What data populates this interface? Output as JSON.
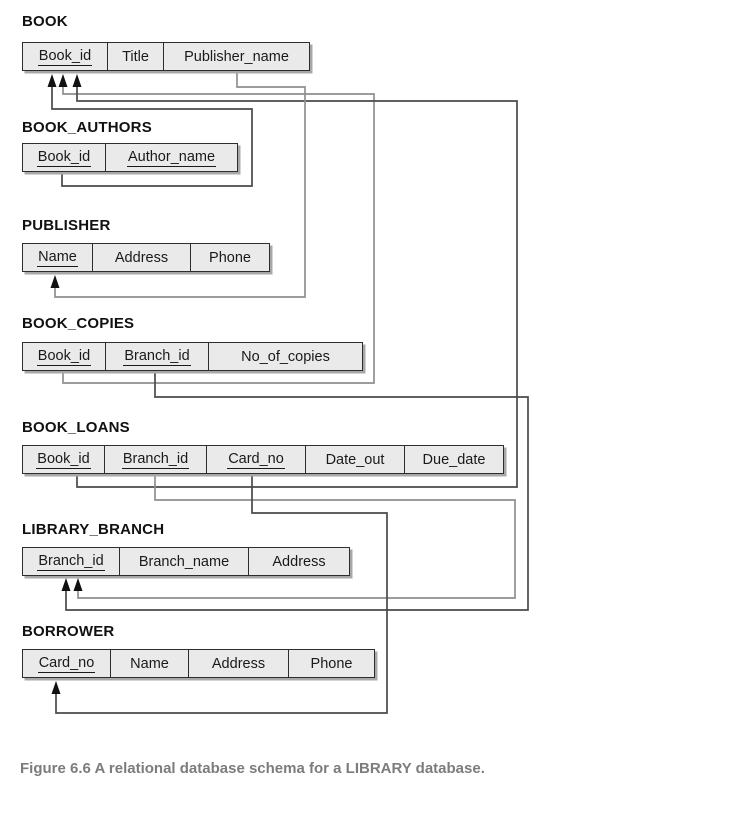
{
  "figure": {
    "caption": "Figure 6.6 A relational database schema for a LIBRARY database."
  },
  "tables": [
    {
      "name": "BOOK",
      "columns": [
        {
          "label": "Book_id",
          "key": true
        },
        {
          "label": "Title",
          "key": false
        },
        {
          "label": "Publisher_name",
          "key": false
        }
      ]
    },
    {
      "name": "BOOK_AUTHORS",
      "columns": [
        {
          "label": "Book_id",
          "key": true
        },
        {
          "label": "Author_name",
          "key": true
        }
      ]
    },
    {
      "name": "PUBLISHER",
      "columns": [
        {
          "label": "Name",
          "key": true
        },
        {
          "label": "Address",
          "key": false
        },
        {
          "label": "Phone",
          "key": false
        }
      ]
    },
    {
      "name": "BOOK_COPIES",
      "columns": [
        {
          "label": "Book_id",
          "key": true
        },
        {
          "label": "Branch_id",
          "key": true
        },
        {
          "label": "No_of_copies",
          "key": false
        }
      ]
    },
    {
      "name": "BOOK_LOANS",
      "columns": [
        {
          "label": "Book_id",
          "key": true
        },
        {
          "label": "Branch_id",
          "key": true
        },
        {
          "label": "Card_no",
          "key": true
        },
        {
          "label": "Date_out",
          "key": false
        },
        {
          "label": "Due_date",
          "key": false
        }
      ]
    },
    {
      "name": "LIBRARY_BRANCH",
      "columns": [
        {
          "label": "Branch_id",
          "key": true
        },
        {
          "label": "Branch_name",
          "key": false
        },
        {
          "label": "Address",
          "key": false
        }
      ]
    },
    {
      "name": "BORROWER",
      "columns": [
        {
          "label": "Card_no",
          "key": true
        },
        {
          "label": "Name",
          "key": false
        },
        {
          "label": "Address",
          "key": false
        },
        {
          "label": "Phone",
          "key": false
        }
      ]
    }
  ],
  "foreign_keys": [
    {
      "id": "authors-bookid",
      "from": "BOOK_AUTHORS.Book_id",
      "to": "BOOK.Book_id"
    },
    {
      "id": "copies-bookid",
      "from": "BOOK_COPIES.Book_id",
      "to": "BOOK.Book_id"
    },
    {
      "id": "loans-bookid",
      "from": "BOOK_LOANS.Book_id",
      "to": "BOOK.Book_id"
    },
    {
      "id": "publisher-name",
      "from": "BOOK.Publisher_name",
      "to": "PUBLISHER.Name"
    },
    {
      "id": "copies-branchid",
      "from": "BOOK_COPIES.Branch_id",
      "to": "LIBRARY_BRANCH.Branch_id"
    },
    {
      "id": "loans-branchid",
      "from": "BOOK_LOANS.Branch_id",
      "to": "LIBRARY_BRANCH.Branch_id"
    },
    {
      "id": "borrower-cardno",
      "from": "BOOK_LOANS.Card_no",
      "to": "BORROWER.Card_no"
    }
  ],
  "colors": {
    "cell_fill": "#eaeaea",
    "line_dark": "#4a4a4a",
    "line_gray": "#8f8f8f",
    "arrowhead": "#111111",
    "caption_text": "#7c7c7c"
  }
}
